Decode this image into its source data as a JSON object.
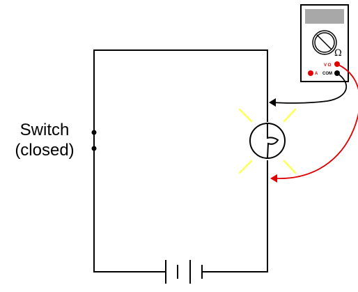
{
  "switch": {
    "label_line1": "Switch",
    "label_line2": "(closed)"
  },
  "meter": {
    "range_symbol": "Ω",
    "jack_volt_ohm": "V Ω",
    "jack_amp": "A",
    "jack_common": "COM"
  },
  "colors": {
    "wire": "#000000",
    "red_lead": "#e00000",
    "glow": "#ffff55",
    "meter_display": "#a8a8a8"
  }
}
